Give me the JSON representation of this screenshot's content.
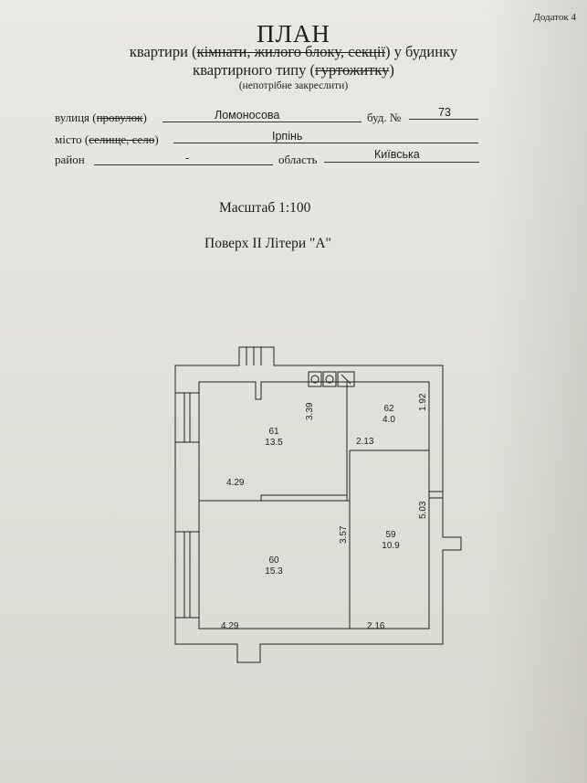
{
  "header": {
    "addendum": "Додаток 4",
    "title": "ПЛАН",
    "subtitle_line1_pre": "квартири (",
    "subtitle_line1_struck": "кімнати, жилого блоку, секції",
    "subtitle_line1_post": ") у будинку",
    "subtitle_line2_pre": "квартирного типу (",
    "subtitle_line2_struck": "гуртожитку",
    "subtitle_line2_post": ")",
    "note": "(непотрібне закреслити)"
  },
  "address": {
    "street_label_pre": "вулиця (",
    "street_label_struck": "провулок",
    "street_label_post": ")",
    "street_value": "Ломоносова",
    "building_label": "буд. №",
    "building_value": "73",
    "city_label_pre": "місто (",
    "city_label_struck": "селище, село",
    "city_label_post": ")",
    "city_value": "Ірпінь",
    "district_label": "район",
    "district_value": "-",
    "region_label": "область",
    "region_value": "Київська"
  },
  "plan_meta": {
    "scale": "Масштаб 1:100",
    "floor": "Поверх II Літери \"А\""
  },
  "rooms": [
    {
      "number": "61",
      "area": "13.5"
    },
    {
      "number": "62",
      "area": "4.0"
    },
    {
      "number": "60",
      "area": "15.3"
    },
    {
      "number": "59",
      "area": "10.9"
    }
  ],
  "dimensions": {
    "room61_height": "3.39",
    "room61_width": "4.29",
    "room62_height": "1.92",
    "room62_width": "2.13",
    "room60_height": "3.57",
    "room60_width": "4.29",
    "room59_height": "5.03",
    "room59_width": "2.16"
  }
}
